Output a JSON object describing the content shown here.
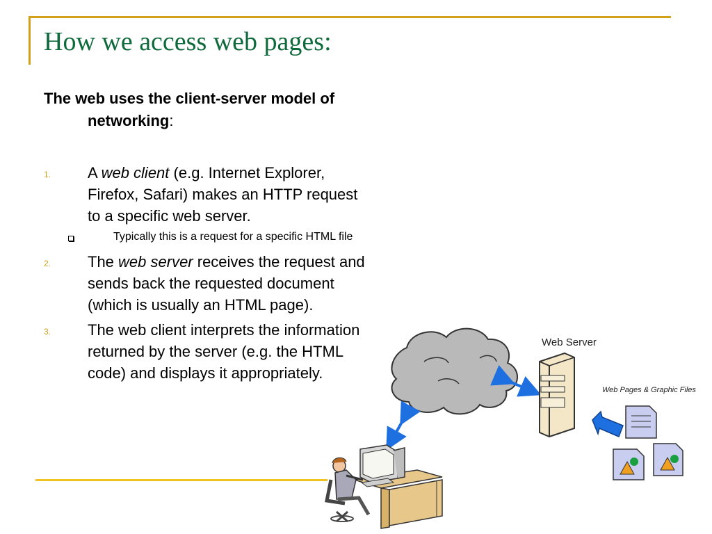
{
  "slide": {
    "title": "How we access web pages:",
    "intro_line1": "The web uses the client-server model of",
    "intro_line2": "networking",
    "intro_colon": ":",
    "items": [
      {
        "number": "1.",
        "prefix": "A ",
        "emphasis": "web client",
        "line1_rest": " (e.g. Internet Explorer,",
        "line2": "Firefox, Safari) makes an HTTP request",
        "line3": "to a specific web server."
      },
      {
        "number": "2.",
        "prefix": "The ",
        "emphasis": "web server",
        "line1_rest": " receives the request and",
        "line2": "sends back the requested document",
        "line3": "(which is usually an HTML page)."
      },
      {
        "number": "3.",
        "line1": "The web client interprets the information",
        "line2": "returned by the server (e.g. the HTML",
        "line3": "code) and displays it appropriately."
      }
    ],
    "sub_item": "Typically this is a request for a specific HTML file"
  },
  "diagram": {
    "server_label": "Web Server",
    "files_label": "Web Pages & Graphic Files"
  },
  "colors": {
    "title": "#0f6a3b",
    "accent": "#d2a019",
    "arrow": "#1e6fe0"
  }
}
